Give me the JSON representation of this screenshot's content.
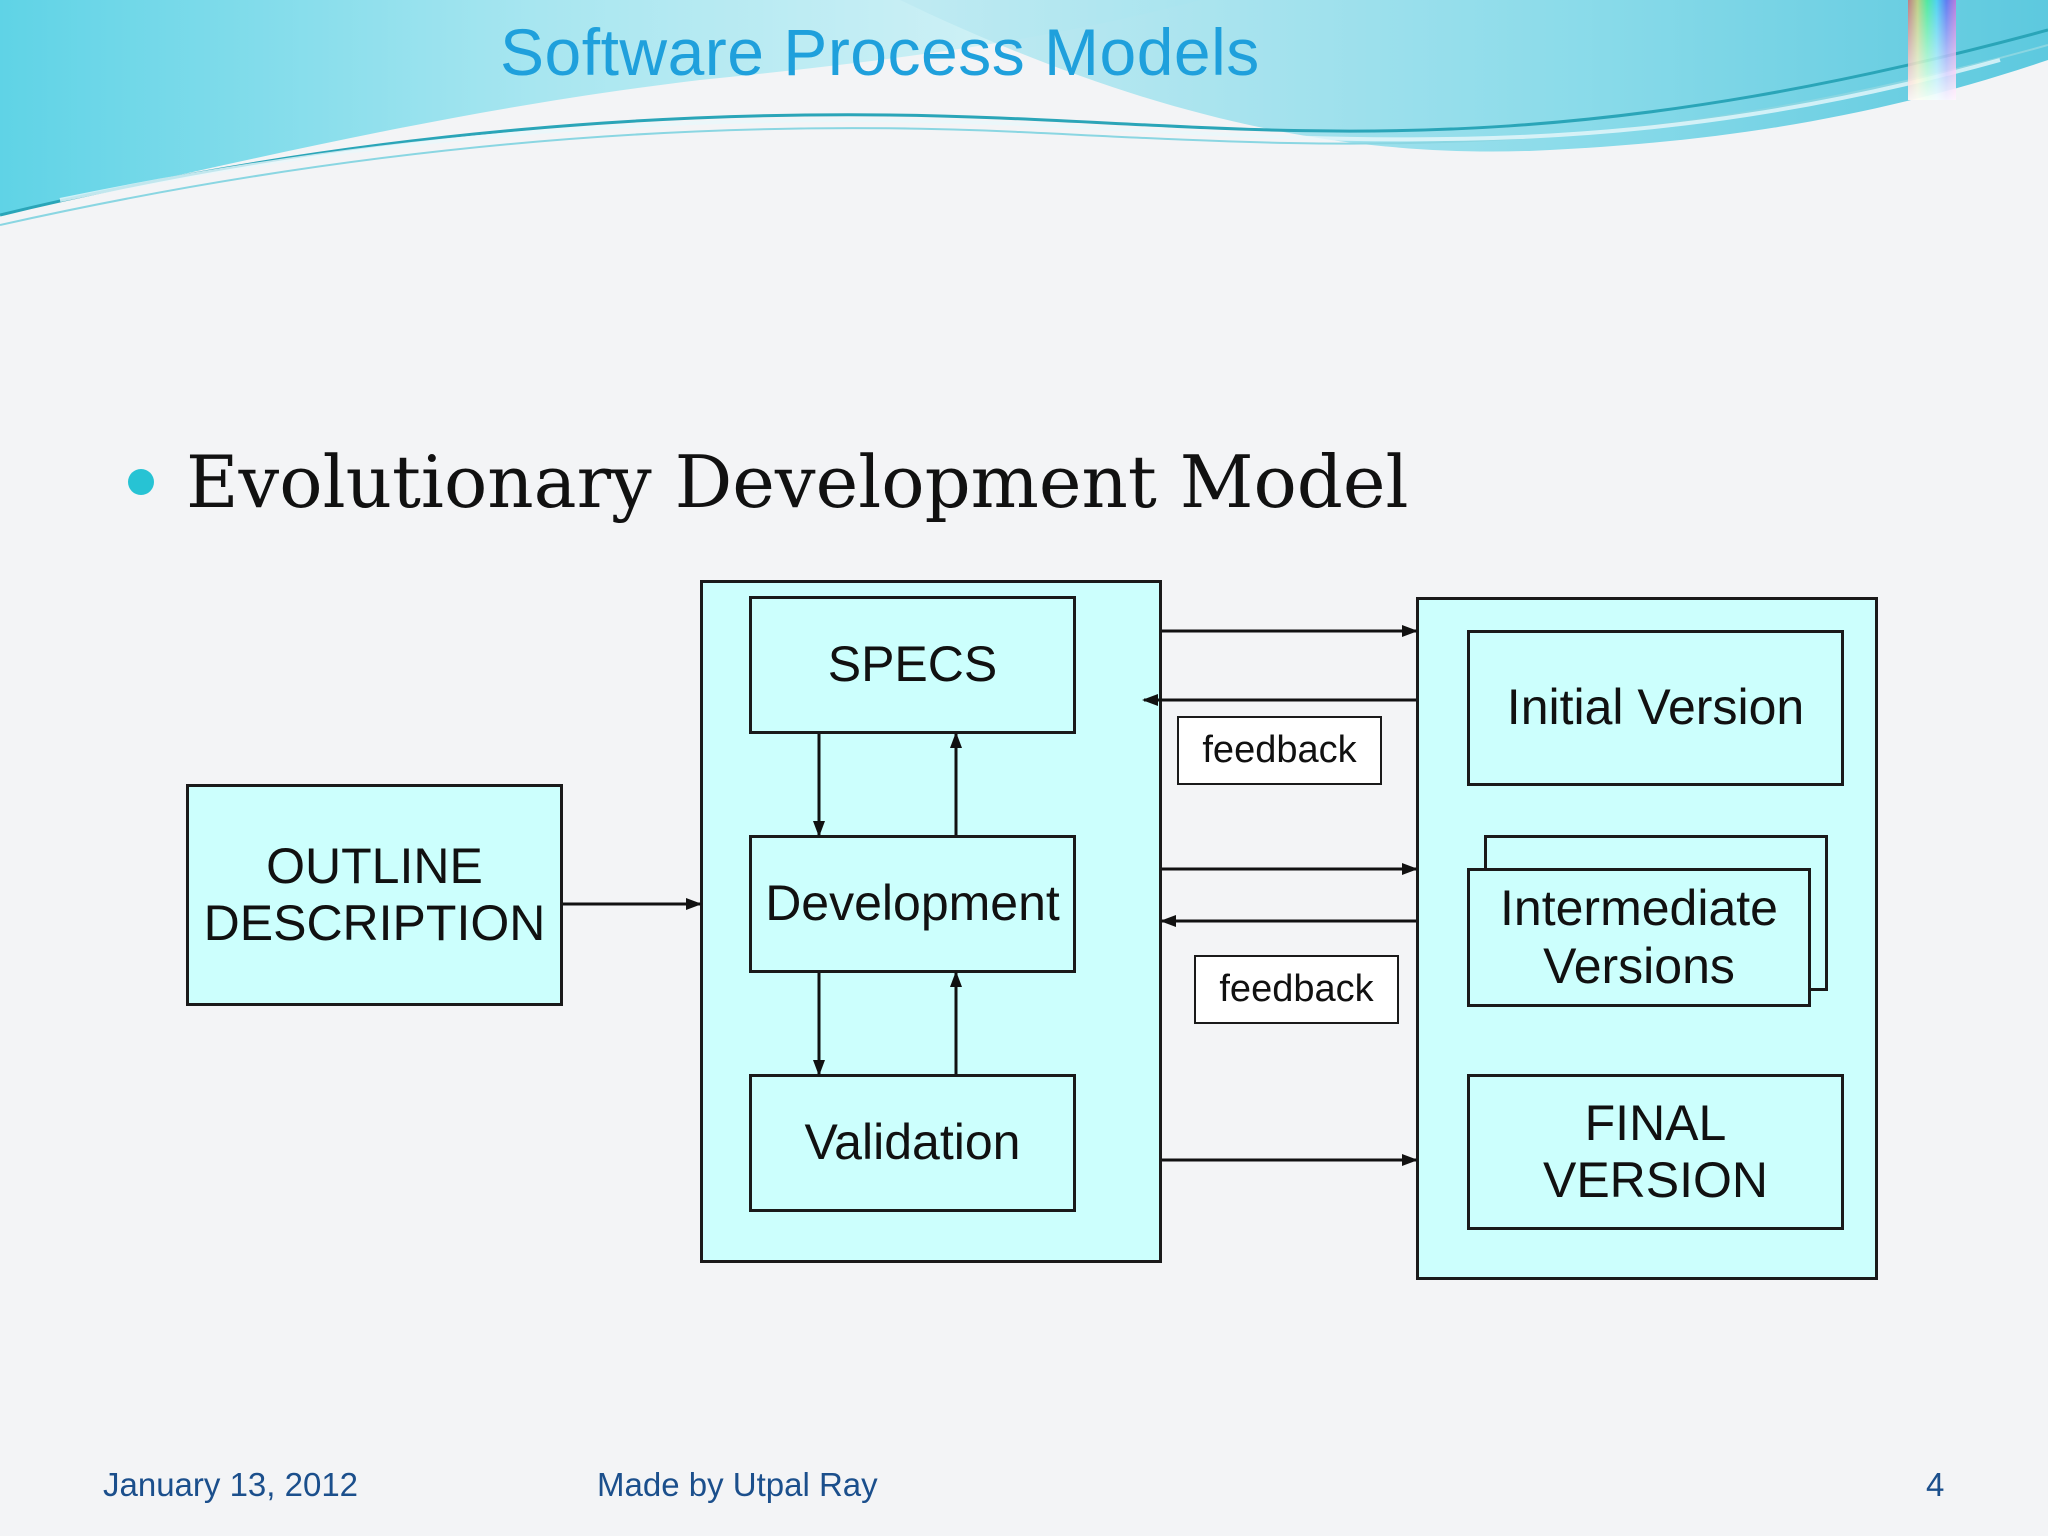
{
  "slide": {
    "title": "Software Process Models",
    "bullet": "Evolutionary Development Model"
  },
  "diagram": {
    "outline_line1": "OUTLINE",
    "outline_line2": "DESCRIPTION",
    "specs": "SPECS",
    "development": "Development",
    "validation": "Validation",
    "feedback_top": "feedback",
    "feedback_bottom": "feedback",
    "initial_version": "Initial Version",
    "intermediate_line1": "Intermediate",
    "intermediate_line2": "Versions",
    "final_line1": "FINAL",
    "final_line2": "VERSION"
  },
  "footer": {
    "date": "January 13, 2012",
    "author": "Made by Utpal Ray",
    "page": "4"
  },
  "colors": {
    "title": "#1fa0dc",
    "box_fill": "#ccfffd",
    "bullet": "#27c3d4",
    "footer": "#1b4f8c"
  }
}
